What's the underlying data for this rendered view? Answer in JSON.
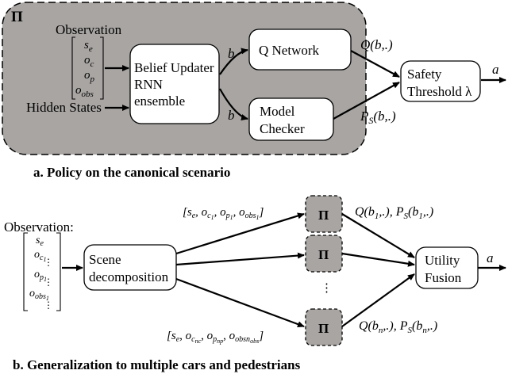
{
  "part_a": {
    "pi_label": "Π",
    "observation_label": "Observation",
    "observation_vector": [
      {
        "base": "s",
        "sub": "e"
      },
      {
        "base": "o",
        "sub": "c"
      },
      {
        "base": "o",
        "sub": "p"
      },
      {
        "base": "o",
        "sub": "obs"
      }
    ],
    "hidden_states_label": "Hidden States",
    "belief_updater_lines": [
      "Belief Updater",
      "RNN",
      "ensemble"
    ],
    "q_network_label": "Q Network",
    "model_checker_lines": [
      "Model",
      "Checker"
    ],
    "safety_threshold_lines": [
      "Safety",
      "Threshold λ"
    ],
    "b_label": "b",
    "q_output": "Q(b,.)",
    "ps_output": {
      "base": "P",
      "sub": "S",
      "rest": "(b,.)"
    },
    "action_label": "a",
    "caption": "a. Policy on the canonical scenario"
  },
  "part_b": {
    "observation_label": "Observation:",
    "observation_vector": [
      "s_e",
      "o_c1",
      "⋮",
      "o_p1",
      "⋮",
      "o_obs1",
      "⋮"
    ],
    "scene_decomposition_lines": [
      "Scene",
      "decomposition"
    ],
    "pi_label": "Π",
    "top_input": "[s_e, o_c1, o_p1, o_obs1]",
    "bottom_input": "[s_e, o_cnc, o_pnp, o_obsn_obs]",
    "top_output": "Q(b_1,.), P_S(b_1,.)",
    "bottom_output": "Q(b_n,.), P_S(b_n,.)",
    "ellipsis": "⋮",
    "utility_fusion_lines": [
      "Utility",
      "Fusion"
    ],
    "action_label": "a",
    "caption": "b. Generalization to multiple cars and pedestrians"
  }
}
